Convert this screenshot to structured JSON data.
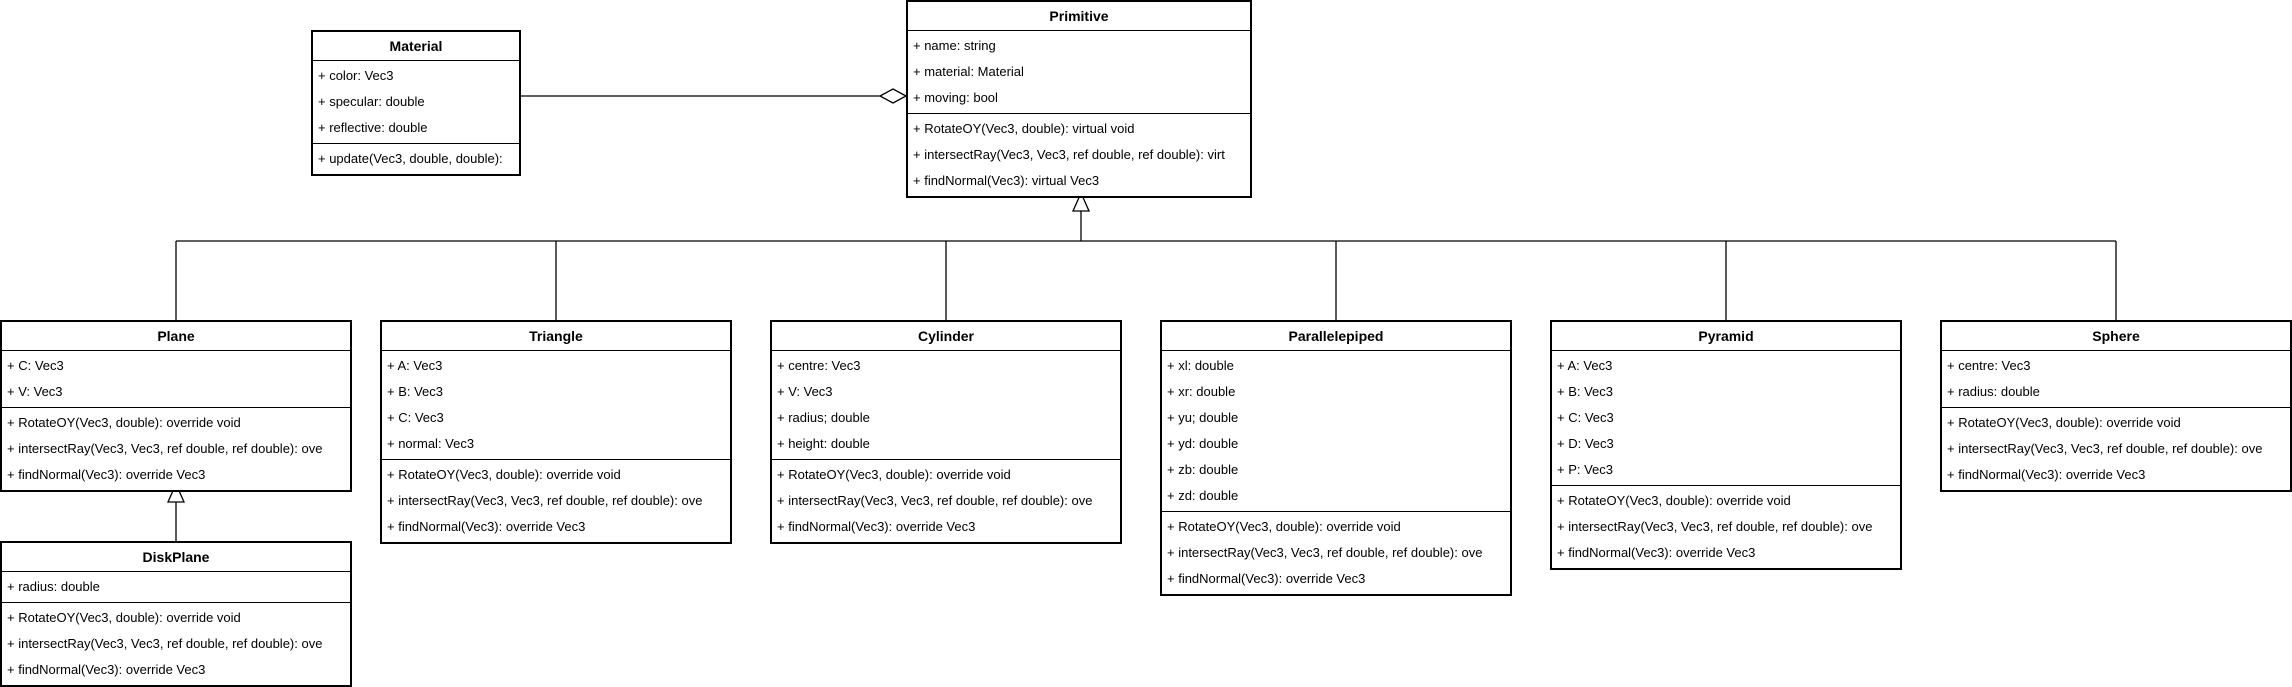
{
  "diagram": {
    "classes": [
      {
        "id": "material",
        "name": "Material",
        "attributes": [
          "+ color: Vec3",
          "+ specular: double",
          "+ reflective: double"
        ],
        "methods": [
          "+ update(Vec3, double, double):"
        ]
      },
      {
        "id": "primitive",
        "name": "Primitive",
        "attributes": [
          "+ name: string",
          "+ material: Material",
          "+ moving: bool"
        ],
        "methods": [
          "+ RotateOY(Vec3, double): virtual void",
          "+ intersectRay(Vec3, Vec3, ref double, ref double): virt",
          "+ findNormal(Vec3): virtual Vec3"
        ]
      },
      {
        "id": "plane",
        "name": "Plane",
        "attributes": [
          "+ C: Vec3",
          "+ V: Vec3"
        ],
        "methods": [
          "+ RotateOY(Vec3, double): override void",
          "+ intersectRay(Vec3, Vec3, ref double, ref double): ove",
          "+ findNormal(Vec3): override Vec3"
        ]
      },
      {
        "id": "triangle",
        "name": "Triangle",
        "attributes": [
          "+ A: Vec3",
          "+ B: Vec3",
          "+ C: Vec3",
          "+ normal: Vec3"
        ],
        "methods": [
          "+ RotateOY(Vec3, double): override void",
          "+ intersectRay(Vec3, Vec3, ref double, ref double): ove",
          "+ findNormal(Vec3): override Vec3"
        ]
      },
      {
        "id": "cylinder",
        "name": "Cylinder",
        "attributes": [
          "+ centre: Vec3",
          "+ V: Vec3",
          "+ radius; double",
          "+ height: double"
        ],
        "methods": [
          "+ RotateOY(Vec3, double): override void",
          "+ intersectRay(Vec3, Vec3, ref double, ref double): ove",
          "+ findNormal(Vec3): override Vec3"
        ]
      },
      {
        "id": "parallelepiped",
        "name": "Parallelepiped",
        "attributes": [
          "+ xl: double",
          "+ xr: double",
          "+ yu; double",
          "+ yd: double",
          "+ zb: double",
          "+ zd: double"
        ],
        "methods": [
          "+ RotateOY(Vec3, double): override void",
          "+ intersectRay(Vec3, Vec3, ref double, ref double): ove",
          "+ findNormal(Vec3): override Vec3"
        ]
      },
      {
        "id": "pyramid",
        "name": "Pyramid",
        "attributes": [
          "+ A: Vec3",
          "+ B: Vec3",
          "+ C: Vec3",
          "+ D: Vec3",
          "+ P: Vec3"
        ],
        "methods": [
          "+ RotateOY(Vec3, double): override void",
          "+ intersectRay(Vec3, Vec3, ref double, ref double): ove",
          "+ findNormal(Vec3): override Vec3"
        ]
      },
      {
        "id": "sphere",
        "name": "Sphere",
        "attributes": [
          "+ centre: Vec3",
          "+ radius: double"
        ],
        "methods": [
          "+ RotateOY(Vec3, double): override void",
          "+ intersectRay(Vec3, Vec3, ref double, ref double): ove",
          "+ findNormal(Vec3): override Vec3"
        ]
      },
      {
        "id": "diskplane",
        "name": "DiskPlane",
        "attributes": [
          "+ radius: double"
        ],
        "methods": [
          "+ RotateOY(Vec3, double): override void",
          "+ intersectRay(Vec3, Vec3, ref double, ref double): ove",
          "+ findNormal(Vec3): override Vec3"
        ]
      }
    ],
    "relations": [
      {
        "type": "aggregation",
        "from": "material",
        "to": "primitive"
      },
      {
        "type": "inheritance",
        "from": "plane",
        "to": "primitive"
      },
      {
        "type": "inheritance",
        "from": "triangle",
        "to": "primitive"
      },
      {
        "type": "inheritance",
        "from": "cylinder",
        "to": "primitive"
      },
      {
        "type": "inheritance",
        "from": "parallelepiped",
        "to": "primitive"
      },
      {
        "type": "inheritance",
        "from": "pyramid",
        "to": "primitive"
      },
      {
        "type": "inheritance",
        "from": "sphere",
        "to": "primitive"
      },
      {
        "type": "inheritance",
        "from": "diskplane",
        "to": "plane"
      }
    ]
  }
}
